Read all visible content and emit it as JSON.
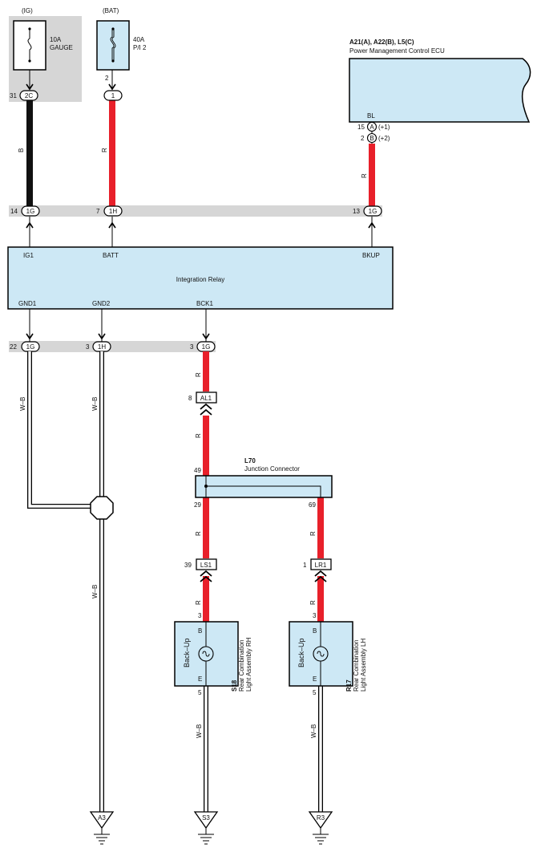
{
  "sources": {
    "ig": {
      "header": "(IG)",
      "rating": "10A",
      "name": "GAUGE",
      "pin": "31",
      "conn": "2C"
    },
    "bat": {
      "header": "(BAT)",
      "rating": "40A",
      "name": "P/I 2",
      "top_pin": "2",
      "conn": "1"
    }
  },
  "ecu": {
    "codes": "A21(A), A22(B), L5(C)",
    "name": "Power Management Control ECU",
    "terminal": "BL",
    "pinA": "15",
    "connA": "A",
    "sigA": "(+1)",
    "pinB": "2",
    "connB": "B",
    "sigB": "(+2)"
  },
  "bus_top": {
    "p1": "14",
    "c1": "1G",
    "p2": "7",
    "c2": "1H",
    "p3": "13",
    "c3": "1G"
  },
  "relay": {
    "name": "Integration Relay",
    "ig1": "IG1",
    "batt": "BATT",
    "bkup": "BKUP",
    "gnd1": "GND1",
    "gnd2": "GND2",
    "bck1": "BCK1"
  },
  "bus_bottom": {
    "p1": "22",
    "c1": "1G",
    "p2": "3",
    "c2": "1H",
    "p3": "3",
    "c3": "1G"
  },
  "wire_colors": {
    "b": "B",
    "r": "R",
    "wb": "W–B"
  },
  "al1": {
    "pin": "8",
    "conn": "AL1"
  },
  "junction": {
    "code": "L70",
    "name": "Junction Connector",
    "pin_in": "49",
    "pin_l": "29",
    "pin_r": "69"
  },
  "ls1": {
    "pin": "39",
    "conn": "LS1"
  },
  "lr1": {
    "pin": "1",
    "conn": "LR1"
  },
  "lamp_rh": {
    "code": "S18",
    "line1": "Rear Combination",
    "line2": "Light Assembly RH",
    "label": "Back–Up",
    "b": "B",
    "e": "E",
    "pin_top": "3",
    "pin_bot": "5"
  },
  "lamp_lh": {
    "code": "R17",
    "line1": "Rear Combination",
    "line2": "Light Assembly LH",
    "label": "Back–Up",
    "b": "B",
    "e": "E",
    "pin_top": "3",
    "pin_bot": "5"
  },
  "grounds": {
    "a3": "A3",
    "s3": "S3",
    "r3": "R3"
  },
  "colors": {
    "red": "#e8202a",
    "black": "#111111",
    "box": "#cde8f5",
    "gray": "#d6d6d6"
  }
}
